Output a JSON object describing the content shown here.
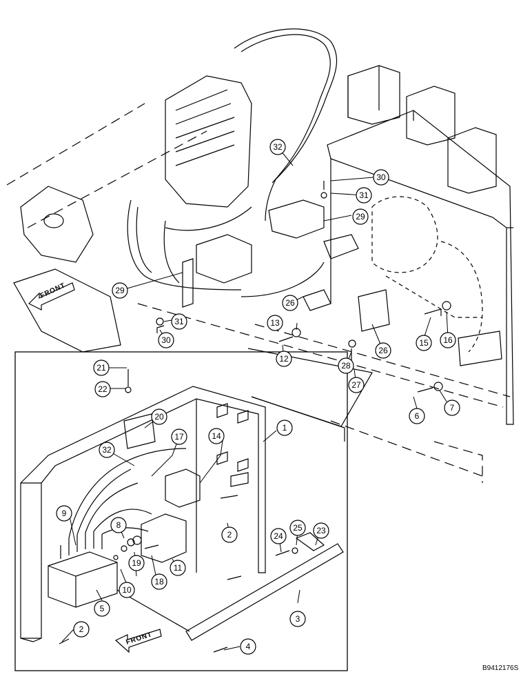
{
  "figure_code": "B9412176S",
  "front_arrows": [
    "FRONT",
    "FRONT"
  ],
  "callouts": [
    "1",
    "2",
    "2",
    "3",
    "4",
    "5",
    "6",
    "7",
    "8",
    "9",
    "10",
    "11",
    "12",
    "13",
    "14",
    "15",
    "16",
    "17",
    "18",
    "19",
    "20",
    "21",
    "22",
    "23",
    "24",
    "25",
    "26",
    "26",
    "27",
    "28",
    "29",
    "29",
    "30",
    "30",
    "31",
    "31",
    "32",
    "32"
  ]
}
